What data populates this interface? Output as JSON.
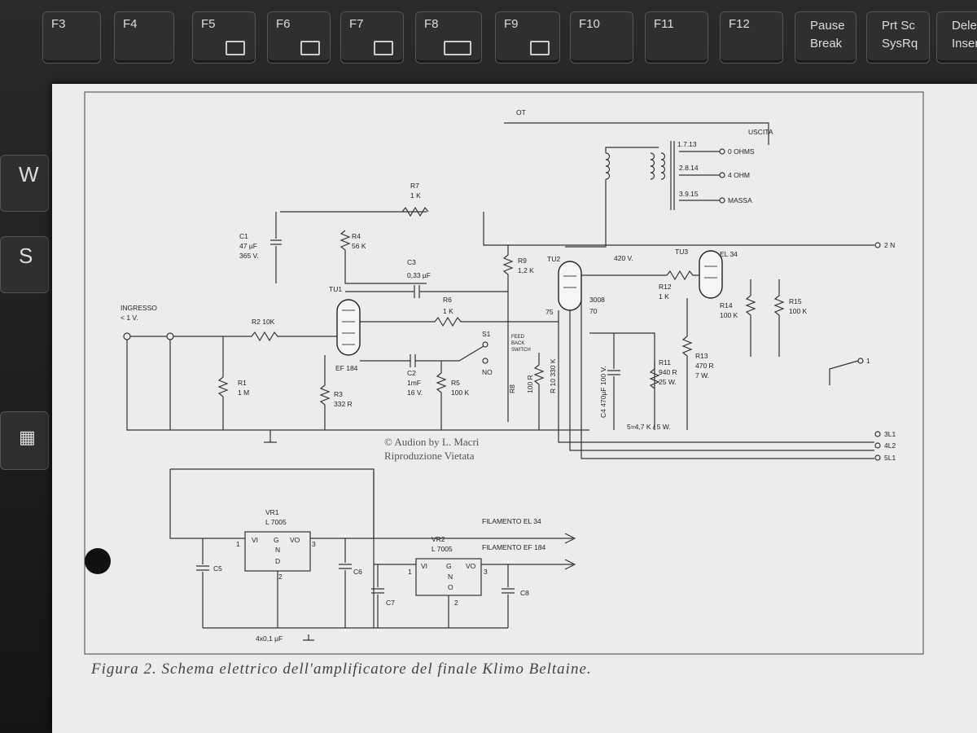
{
  "keyboard": {
    "fkeys": [
      {
        "label": "F3"
      },
      {
        "label": "F4"
      },
      {
        "label": "F5"
      },
      {
        "label": "F6"
      },
      {
        "label": "F7"
      },
      {
        "label": "F8"
      },
      {
        "label": "F9"
      },
      {
        "label": "F10"
      },
      {
        "label": "F11"
      },
      {
        "label": "F12"
      }
    ],
    "pause": {
      "line1": "Pause",
      "line2": "Break"
    },
    "prtsc": {
      "line1": "Prt Sc",
      "line2": "SysRq"
    },
    "delete": {
      "line1": "Delete",
      "line2": "Insert"
    },
    "left_keys": [
      {
        "label": "W"
      },
      {
        "label": "S"
      }
    ]
  },
  "schematic": {
    "ot": "OT",
    "uscita": "USCITA",
    "tap1": "1.7.13",
    "tap2": "2.8.14",
    "tap3": "3.9.15",
    "out0": "0 OHMS",
    "out4": "4 OHM",
    "massa": "MASSA",
    "r7": "R7",
    "r7v": "1 K",
    "c1": "C1",
    "c1v1": "47 µF",
    "c1v2": "365 V.",
    "r4": "R4",
    "r4v": "56 K",
    "c3": "C3",
    "c3v": "0,33 µF",
    "r9": "R9",
    "r9v": "1,2 K",
    "tu2": "TU2",
    "v420": "420 V.",
    "tu3": "TU3",
    "el34": "EL 34",
    "n2": "2 N",
    "tu1": "TU1",
    "ingresso": "INGRESSO",
    "ingresso_v": "< 1 V.",
    "r2": "R2 10K",
    "r6": "R6",
    "r6v": "1 K",
    "n75": "75",
    "n3008": "3008",
    "n70": "70",
    "r12": "R12",
    "r12v": "1 K",
    "r14": "R14",
    "r14v": "100 K",
    "r15": "R15",
    "r15v": "100 K",
    "s1": "S1",
    "feedback": "FEED",
    "feedback2": "BACK",
    "feedback3": "SWITCH",
    "no": "NO",
    "ef184": "EF 184",
    "r1": "R1",
    "r1v": "1 M",
    "c2": "C2",
    "c2v1": "1mF",
    "c2v2": "16 V.",
    "r5": "R5",
    "r5v": "100 K",
    "r8": "R8",
    "r8v": "100 R",
    "r10": "R 10 330 K",
    "c4": "C4 470µF 100 V.",
    "r11": "R11",
    "r11v1": "940 R",
    "r11v2": "25 W.",
    "r13": "R13",
    "r13v1": "470 R",
    "r13v2": "7 W.",
    "r3": "R3",
    "r3v": "332 R",
    "s47": "5=4,7 K / 5 W.",
    "n1": "1",
    "l3": "3L1",
    "l4": "4L2",
    "l5": "5L1",
    "vr1": "VR1",
    "vr1v": "L 7005",
    "fil34": "FILAMENTO EL 34",
    "fil184": "FILAMENTO EF 184",
    "vr2": "VR2",
    "vr2v": "L 7005",
    "vi": "VI",
    "vo": "VO",
    "g": "G",
    "nn": "N",
    "d": "D",
    "o": "O",
    "c5": "C5",
    "c6": "C6",
    "c7": "C7",
    "c8": "C8",
    "pin1": "1",
    "pin2": "2",
    "pin3": "3",
    "cap": "4x0,1 µF"
  },
  "copyright": {
    "line1": "© Audion by L. Macri",
    "line2": "Riproduzione Vietata"
  },
  "caption": "Figura 2. Schema elettrico dell'amplificatore del finale Klimo Beltaine."
}
